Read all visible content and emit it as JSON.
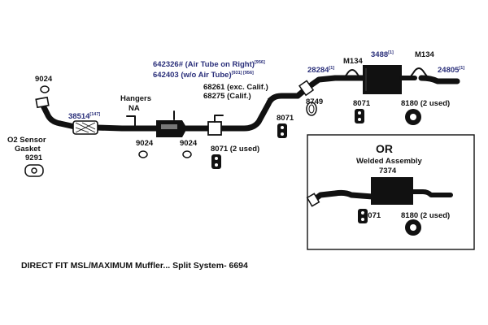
{
  "labels": {
    "p9024_top": "9024",
    "p38514": "38514",
    "p38514_sup": "[147]",
    "hangers": "Hangers",
    "hangers_na": "NA",
    "o2_line1": "O2 Sensor",
    "o2_line2": "Gasket",
    "p9291": "9291",
    "p9024_mid1": "9024",
    "p9024_mid2": "9024",
    "p642326": "642326# (Air Tube on Right)",
    "p642326_sup": "[956]",
    "p642403": "642403 (w/o Air Tube)",
    "p642403_sup": "[931] [956]",
    "p68261": "68261 (exc. Calif.)",
    "p68275": "68275 (Calif.)",
    "p8071_2used": "8071 (2 used)",
    "p8071_mid": "8071",
    "p28284": "28284",
    "p28284_sup": "[1]",
    "m134_left": "M134",
    "p3488": "3488",
    "p3488_sup": "[1]",
    "m134_right": "M134",
    "p24805": "24805",
    "p24805_sup": "[1]",
    "p8749": "8749",
    "p8071_right": "8071",
    "p8180_top": "8180 (2 used)",
    "or": "OR",
    "welded": "Welded Assembly",
    "p7374": "7374",
    "p8071_inset": "8071",
    "p8180_inset": "8180 (2 used)"
  },
  "caption": "DIRECT FIT MSL/MAXIMUM Muffler... Split System- 6694"
}
